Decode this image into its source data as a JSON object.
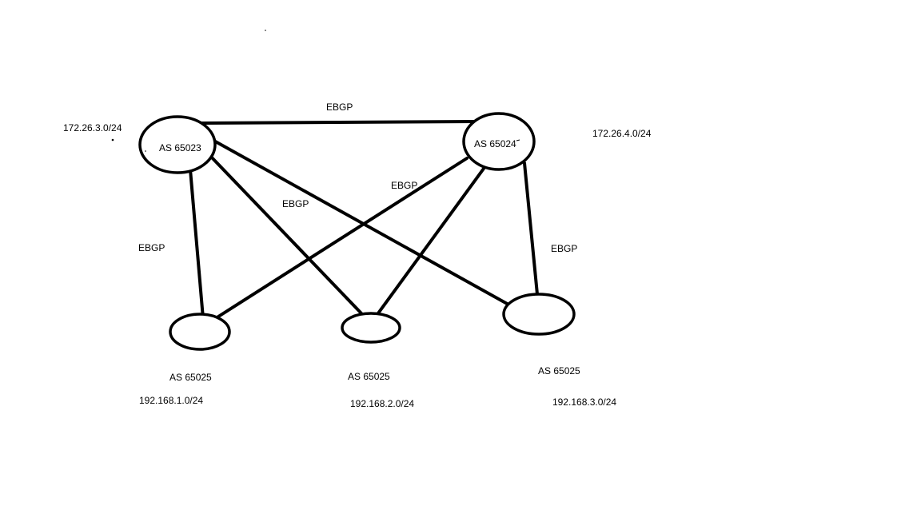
{
  "nodes": {
    "as65023": {
      "label": "AS 65023",
      "network": "172.26.3.0/24"
    },
    "as65024": {
      "label": "AS 65024",
      "network": "172.26.4.0/24"
    },
    "spoke1": {
      "label": "AS 65025",
      "network": "192.168.1.0/24"
    },
    "spoke2": {
      "label": "AS 65025",
      "network": "192.168.2.0/24"
    },
    "spoke3": {
      "label": "AS 65025",
      "network": "192.168.3.0/24"
    }
  },
  "links": {
    "top": "EBGP",
    "cross_right": "EBGP",
    "cross_left": "EBGP",
    "left_vertical": "EBGP",
    "right_vertical": "EBGP"
  }
}
